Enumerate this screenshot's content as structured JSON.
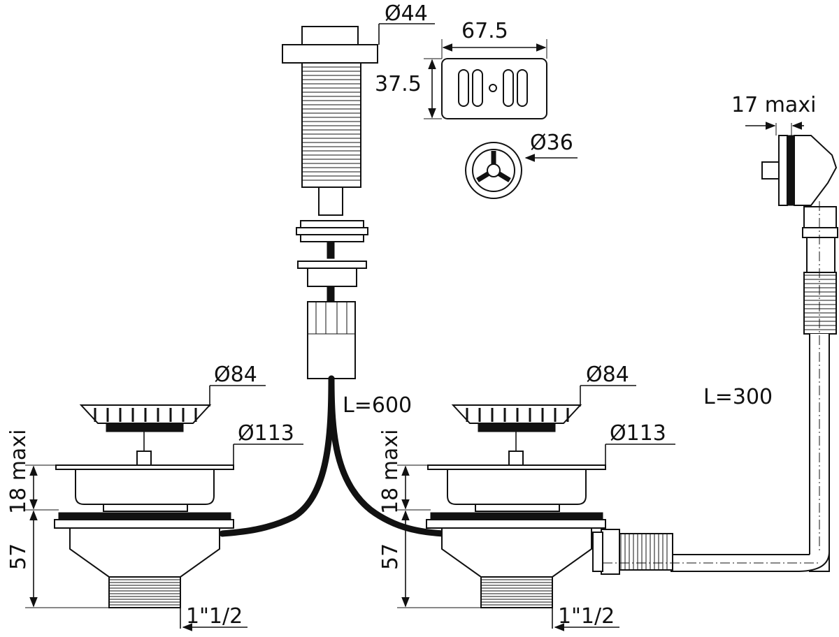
{
  "dimensions": {
    "button_diameter": "Ø44",
    "plate_width": "67.5",
    "plate_height": "37.5",
    "overflow_cap_diameter": "Ø36",
    "overflow_thickness": "17 maxi",
    "left_basket_diameter": "Ø84",
    "left_flange_diameter": "Ø113",
    "left_sink_thickness": "18 maxi",
    "left_body_height": "57",
    "left_thread": "1\"1/2",
    "right_basket_diameter": "Ø84",
    "right_flange_diameter": "Ø113",
    "right_sink_thickness": "18 maxi",
    "right_body_height": "57",
    "right_thread": "1\"1/2",
    "cable_length": "L=600",
    "overflow_hose_length": "L=300"
  }
}
